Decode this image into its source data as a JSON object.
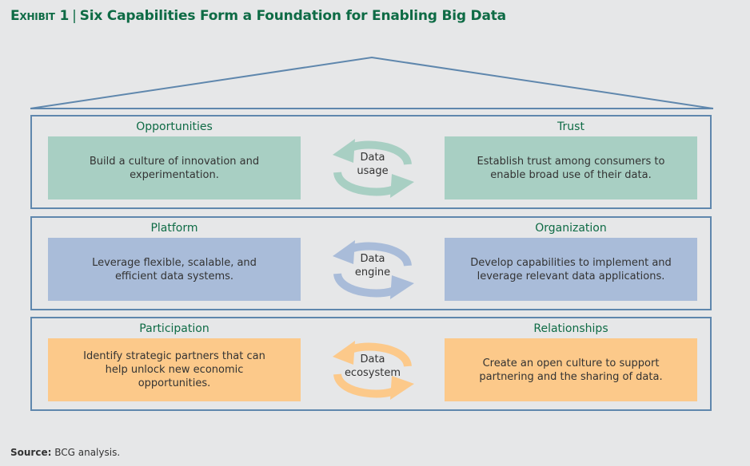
{
  "title": {
    "exhibit": "Exhibit 1",
    "text": "Six Capabilities Form a Foundation for Enabling Big Data"
  },
  "colors": {
    "title": "#0e6b45",
    "frame": "#5f87ad",
    "usage": "#a8cfc3",
    "engine": "#a9bcd9",
    "ecosystem": "#fcc98a"
  },
  "rows": [
    {
      "cycle": [
        "Data",
        "usage"
      ],
      "left": {
        "heading": "Opportunities",
        "text": "Build a culture of innovation and experimentation."
      },
      "right": {
        "heading": "Trust",
        "text": "Establish trust among consumers to enable broad use of their data."
      }
    },
    {
      "cycle": [
        "Data",
        "engine"
      ],
      "left": {
        "heading": "Platform",
        "text": "Leverage flexible, scalable, and efficient data systems."
      },
      "right": {
        "heading": "Organization",
        "text": "Develop capabilities to implement and leverage relevant data applications."
      }
    },
    {
      "cycle": [
        "Data",
        "ecosystem"
      ],
      "left": {
        "heading": "Participation",
        "text": "Identify strategic partners that can help unlock new economic opportunities."
      },
      "right": {
        "heading": "Relationships",
        "text": "Create an open culture to support partnering and the sharing of data."
      }
    }
  ],
  "source": {
    "label": "Source:",
    "text": "BCG analysis."
  }
}
